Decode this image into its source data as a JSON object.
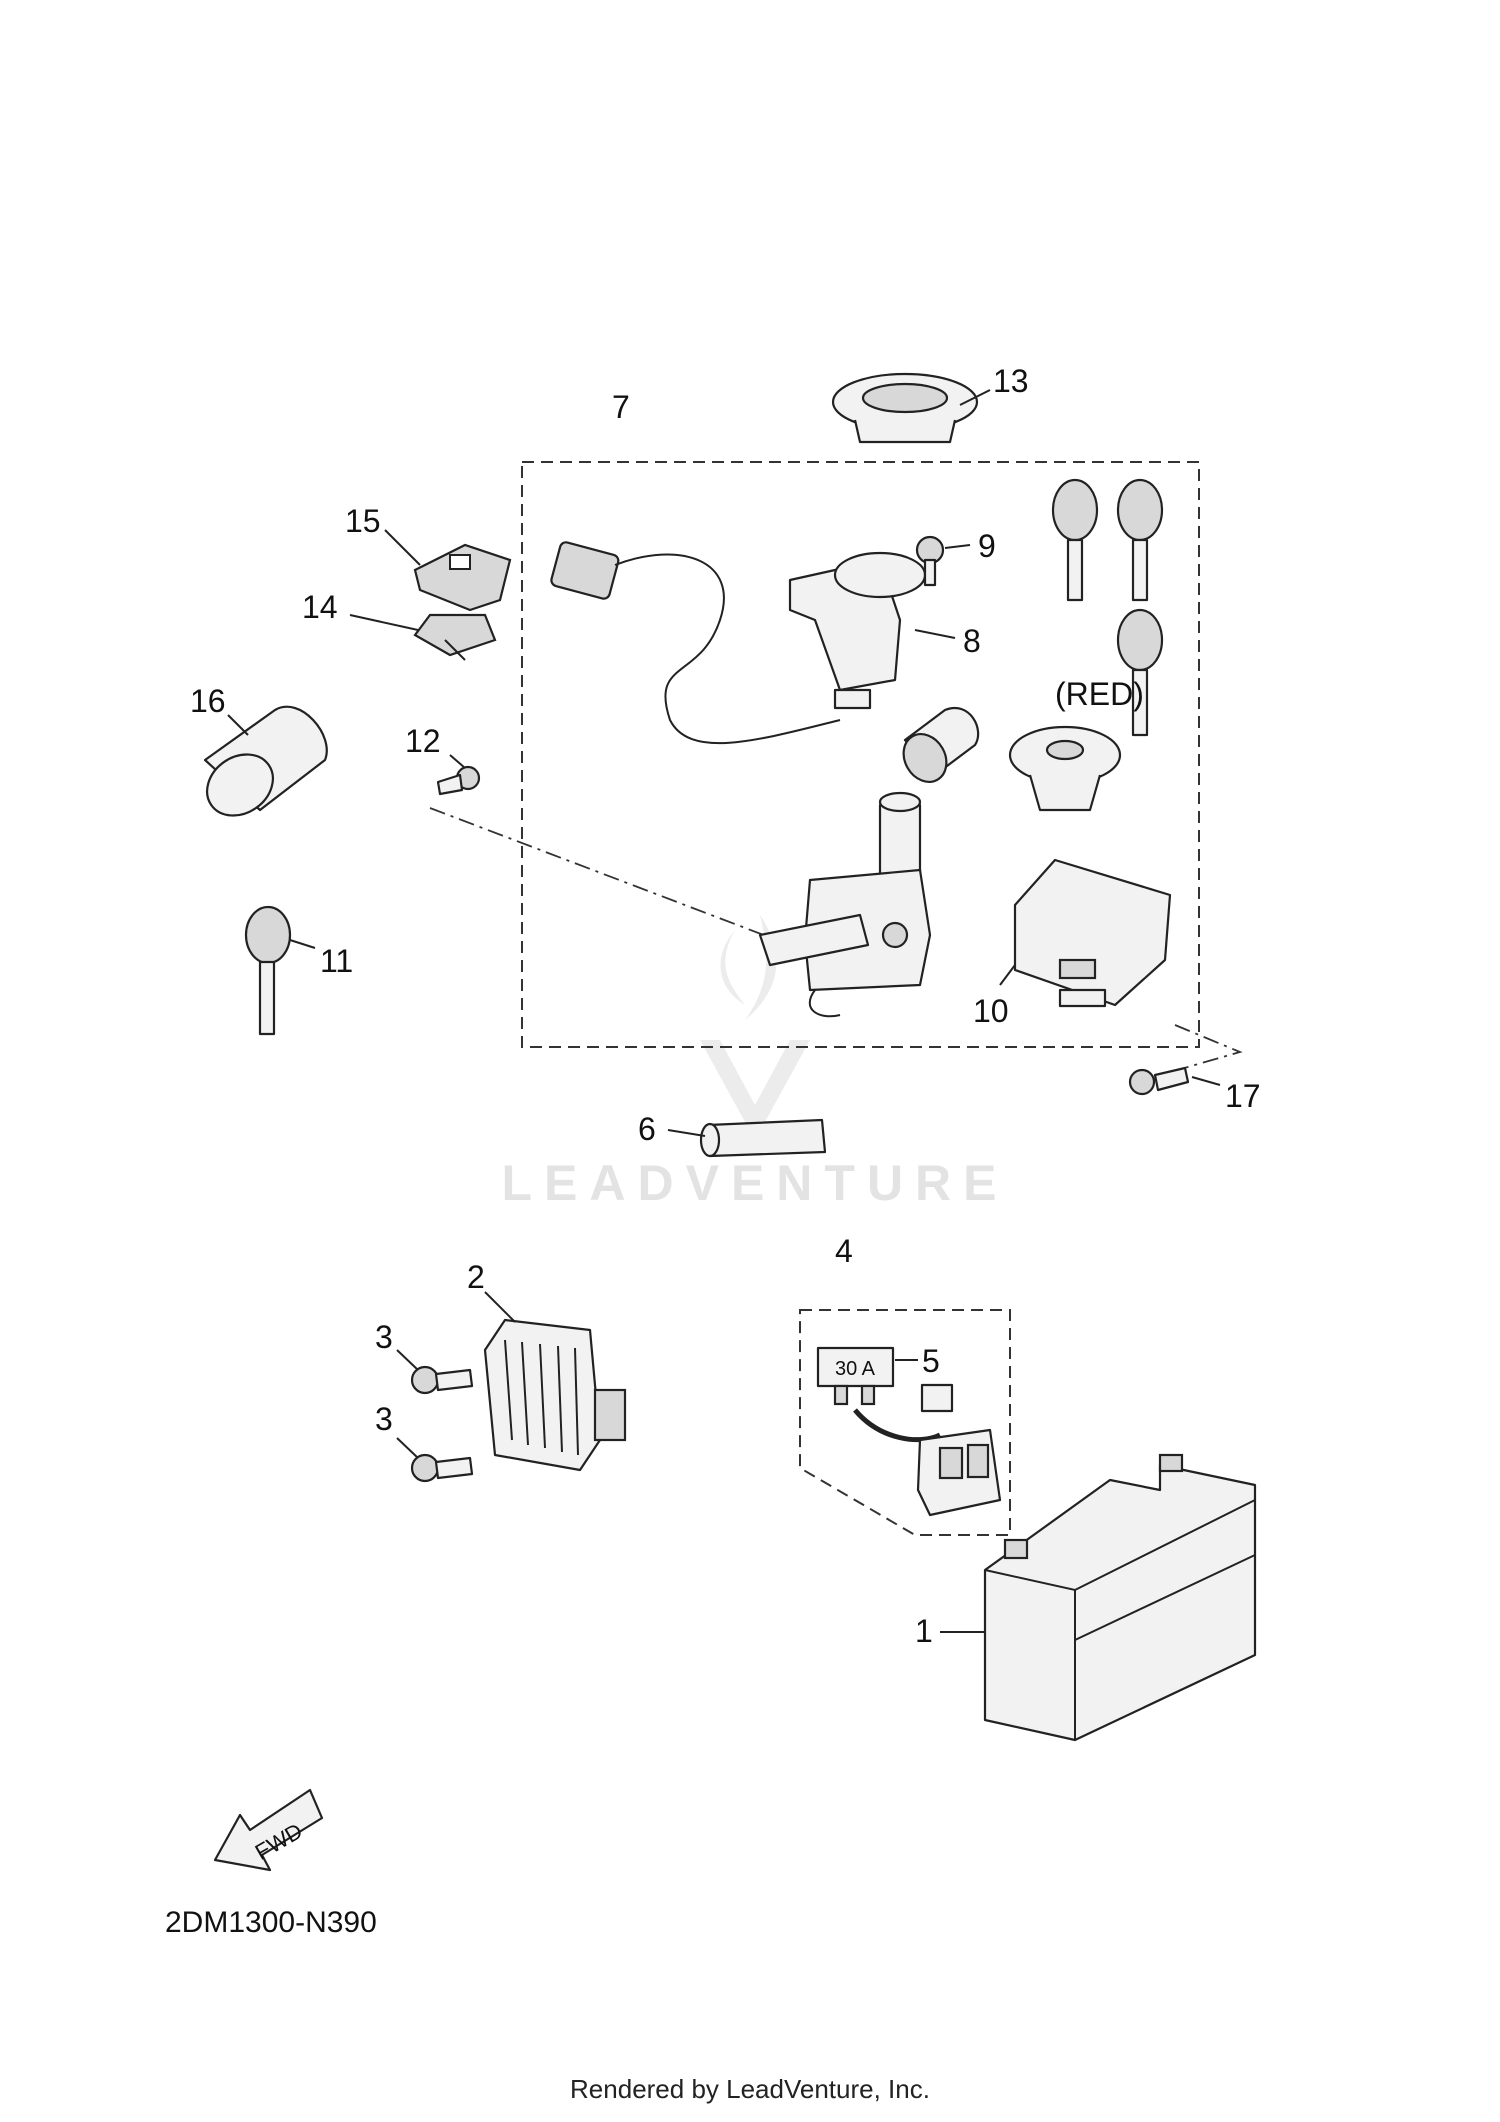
{
  "callouts": {
    "c1": "1",
    "c2": "2",
    "c3a": "3",
    "c3b": "3",
    "c4": "4",
    "c5": "5",
    "c6": "6",
    "c7": "7",
    "c8": "8",
    "c9": "9",
    "c10": "10",
    "c11": "11",
    "c12": "12",
    "c13": "13",
    "c14": "14",
    "c15": "15",
    "c16": "16",
    "c17": "17"
  },
  "labels": {
    "red_key": "(RED)",
    "fuse_rating": "30 A",
    "fwd": "FWD"
  },
  "watermark": "LEADVENTURE",
  "diagram_code": "2DM1300-N390",
  "credit": "Rendered by LeadVenture, Inc."
}
